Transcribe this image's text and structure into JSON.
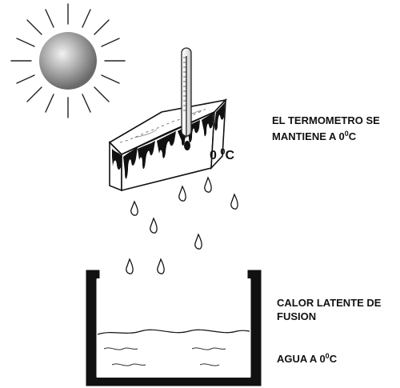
{
  "labels": {
    "thermometer_line1": "EL TERMOMETRO SE",
    "thermometer_line2_pre": "MANTIENE A 0",
    "degree": "0",
    "unit_c": "C",
    "ice_temp_pre": "0 ",
    "latent_line1": "CALOR LATENTE DE",
    "latent_line2": "FUSION",
    "water_pre": "AGUA A 0"
  },
  "icons": {
    "sun": "sun-icon",
    "ice": "ice-block",
    "thermometer": "thermometer-icon",
    "beaker": "container-icon"
  }
}
